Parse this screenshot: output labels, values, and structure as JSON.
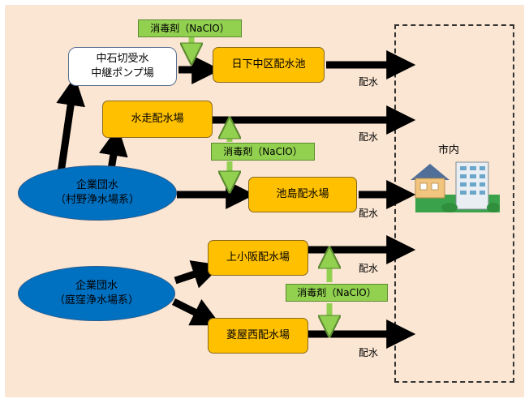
{
  "diagram": {
    "relay_station": "中石切受水\n中継ポンプ場",
    "facilities": {
      "kusaka": "日下中区配水池",
      "mizuhashiri": "水走配水場",
      "ikeshima": "池島配水場",
      "kamikosaka": "上小阪配水場",
      "hishiyanishi": "菱屋西配水場"
    },
    "sources": {
      "murano": "企業団水\n（村野浄水場系）",
      "niwakubo": "企業団水\n（庭窪浄水場系）"
    },
    "disinfectant": "消毒剤（NaClO）",
    "distribution_label": "配水",
    "city_label": "市内"
  },
  "colors": {
    "background": "#fbe6d3",
    "facility": "#ffc000",
    "source": "#0070c0",
    "disinfectant": "#92d050",
    "arrow": "#000000"
  }
}
